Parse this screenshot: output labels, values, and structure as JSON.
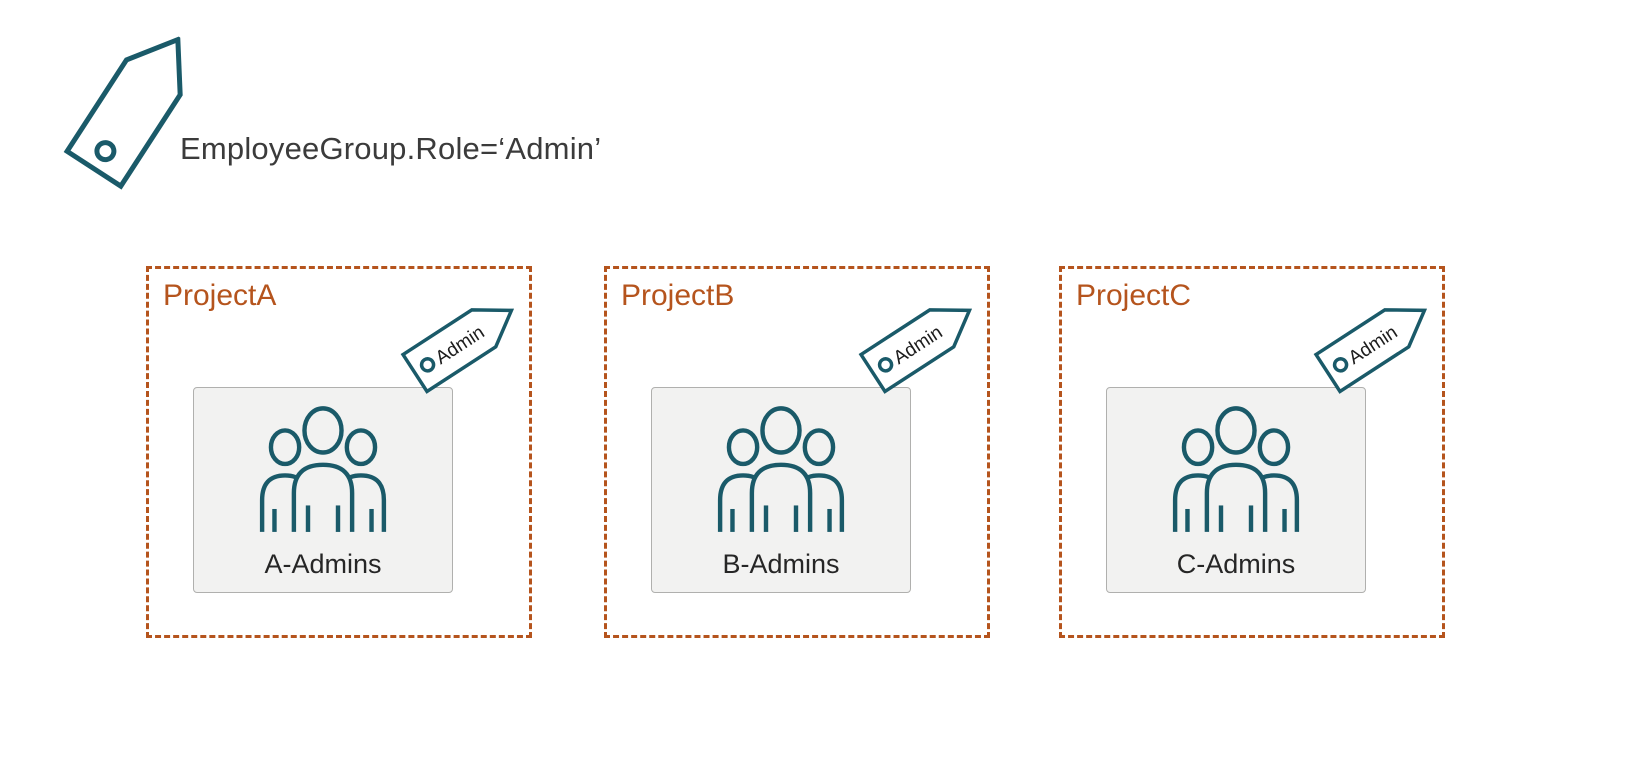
{
  "colors": {
    "rust": "#b5541d",
    "teal": "#1a5a69",
    "group_box_bg": "#f2f2f1",
    "text_dark": "#3b3b3b"
  },
  "header": {
    "label": "EmployeeGroup.Role=‘Admin’",
    "icon": "tag-icon"
  },
  "projects": [
    {
      "name": "ProjectA",
      "group_label": "A-Admins",
      "tag_label": "Admin"
    },
    {
      "name": "ProjectB",
      "group_label": "B-Admins",
      "tag_label": "Admin"
    },
    {
      "name": "ProjectC",
      "group_label": "C-Admins",
      "tag_label": "Admin"
    }
  ]
}
